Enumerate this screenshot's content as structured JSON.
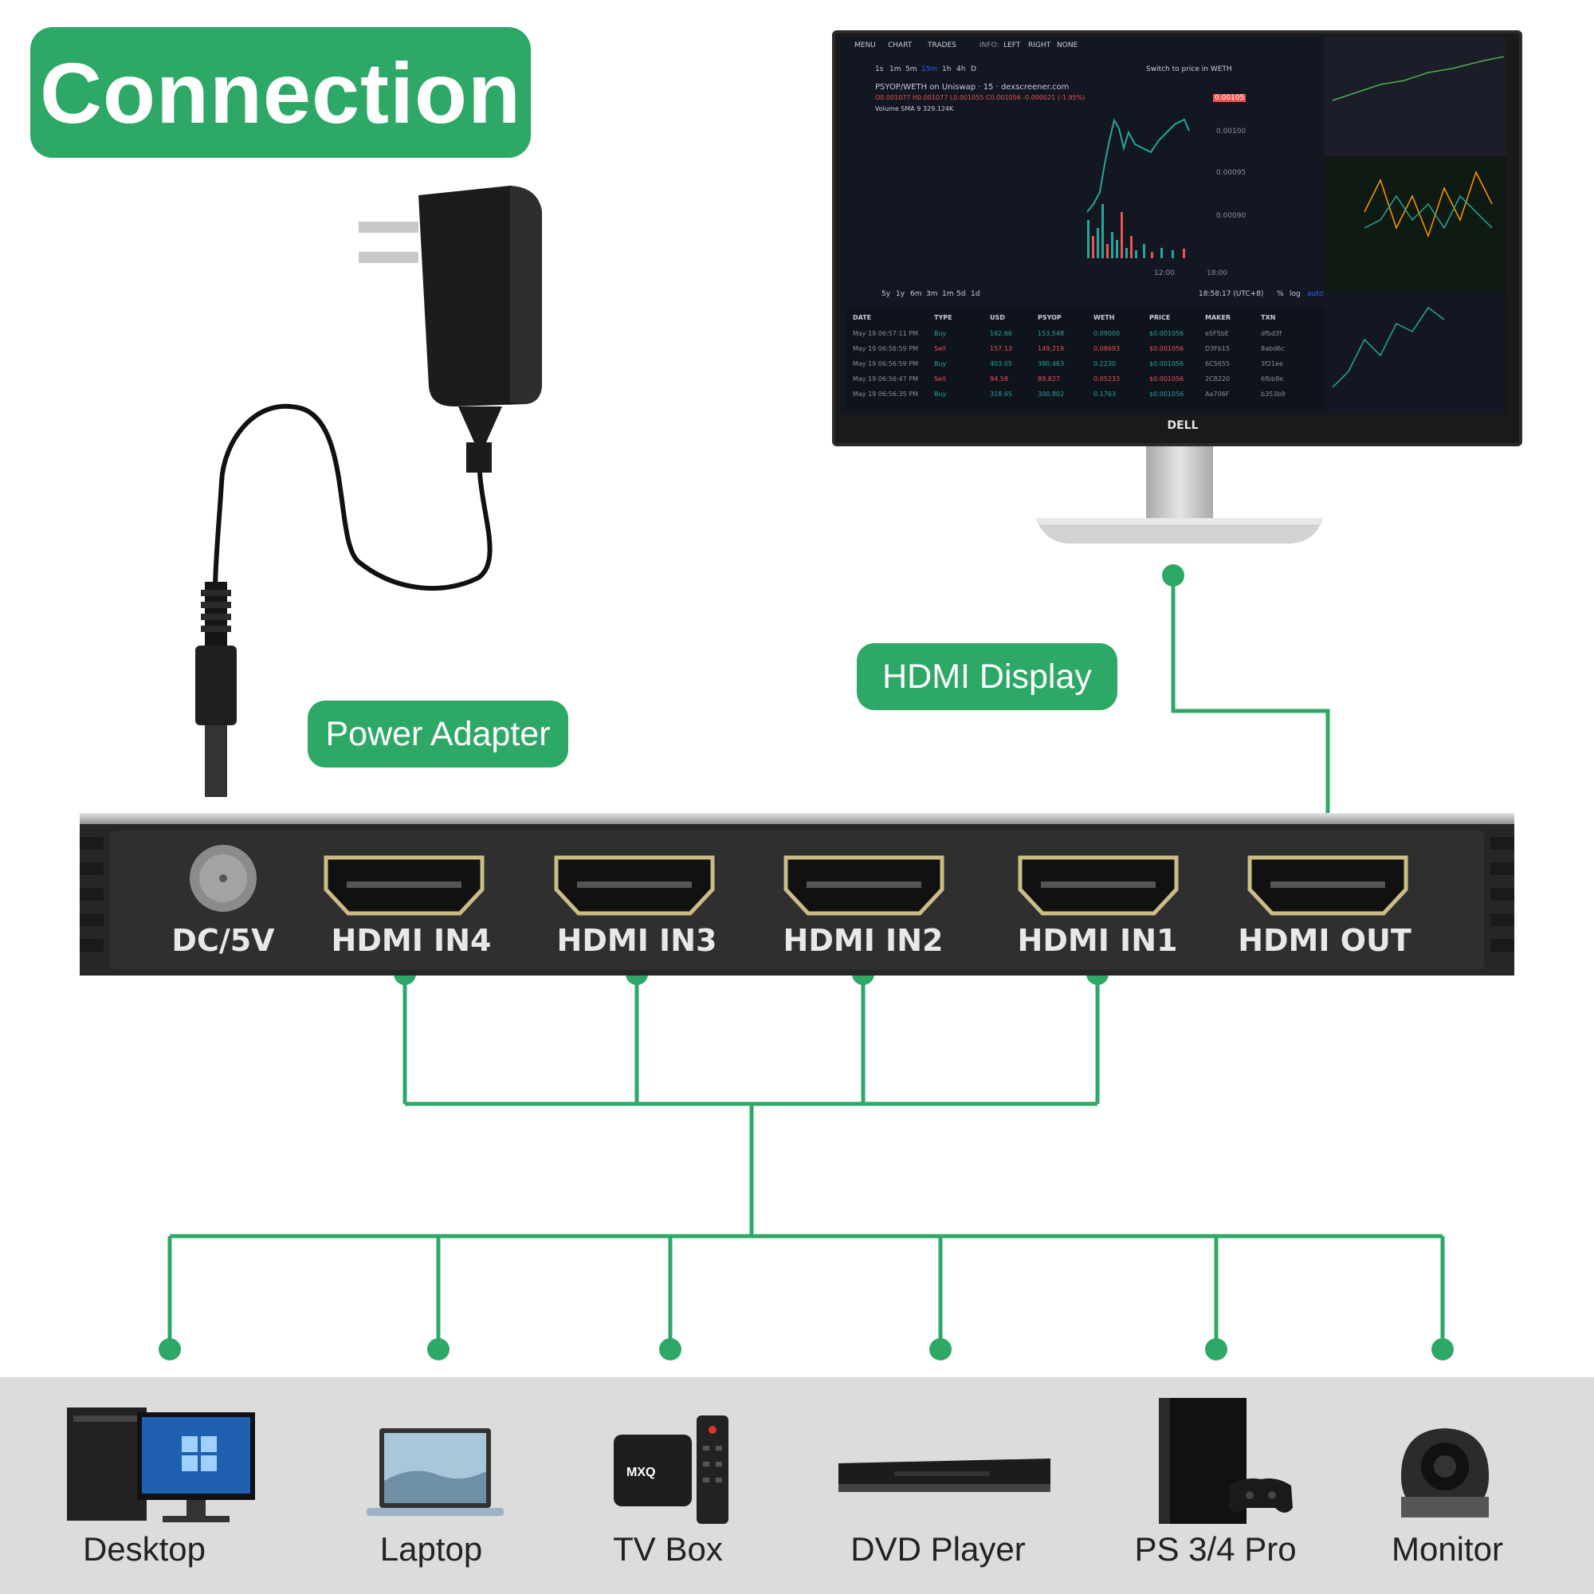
{
  "title": "Connection",
  "labels": {
    "power_adapter": "Power Adapter",
    "hdmi_display": "HDMI Display"
  },
  "switch_ports": [
    "DC/5V",
    "HDMI IN4",
    "HDMI IN3",
    "HDMI IN2",
    "HDMI IN1",
    "HDMI OUT"
  ],
  "devices": [
    "Desktop",
    "Laptop",
    "TV Box",
    "DVD Player",
    "PS 3/4 Pro",
    "Monitor"
  ],
  "colors": {
    "accent": "#2ea866",
    "band": "#dcdcdc",
    "switch": "#2a2a2a"
  },
  "monitor": {
    "brand": "DELL",
    "screen": {
      "top_menu": [
        "MENU",
        "CHART",
        "TRADES",
        "INFO:",
        "LEFT",
        "RIGHT",
        "NONE"
      ],
      "timeframes": [
        "1s",
        "1m",
        "5m",
        "15m",
        "1h",
        "4h",
        "D"
      ],
      "switch_text": "Switch to price in WETH",
      "pair": "PSYOP/WETH on Uniswap · 15 · dexscreener.com",
      "ohlc": "O0.001077 H0.001077 L0.001055 C0.001056 -0.000021 (-1.95%)",
      "volume": "Volume SMA 9  329.124K",
      "price_tag": "0.00105",
      "price_axis": [
        "0.00100",
        "0.00095",
        "0.00090"
      ],
      "time_axis": [
        "12:00",
        "18:00"
      ],
      "ranges": [
        "5y",
        "1y",
        "6m",
        "3m",
        "1m",
        "5d",
        "1d"
      ],
      "clock": "18:58:17 (UTC+8)",
      "scale": [
        "%",
        "log",
        "auto"
      ],
      "table_headers": [
        "DATE",
        "TYPE",
        "USD",
        "PSYOP",
        "WETH",
        "PRICE",
        "MAKER",
        "TXN"
      ],
      "table_rows": [
        [
          "May 19 06:57:11 PM",
          "Buy",
          "162.66",
          "153,548",
          "0.09000",
          "$0.001056",
          "e5F5bE",
          "dfbd3f"
        ],
        [
          "May 19 06:56:59 PM",
          "Sell",
          "157.13",
          "149,219",
          "0.08693",
          "$0.001056",
          "D3Fb15",
          "8abd6c"
        ],
        [
          "May 19 06:56:59 PM",
          "Buy",
          "403.05",
          "380,463",
          "0.2230",
          "$0.001056",
          "6C5655",
          "3f21ee"
        ],
        [
          "May 19 06:56:47 PM",
          "Sell",
          "94.58",
          "89,827",
          "0.05233",
          "$0.001056",
          "2C8220",
          "6fbb8e"
        ],
        [
          "May 19 06:56:35 PM",
          "Buy",
          "318.65",
          "300,802",
          "0.1763",
          "$0.001056",
          "Aa706F",
          "b353b9"
        ]
      ]
    }
  }
}
